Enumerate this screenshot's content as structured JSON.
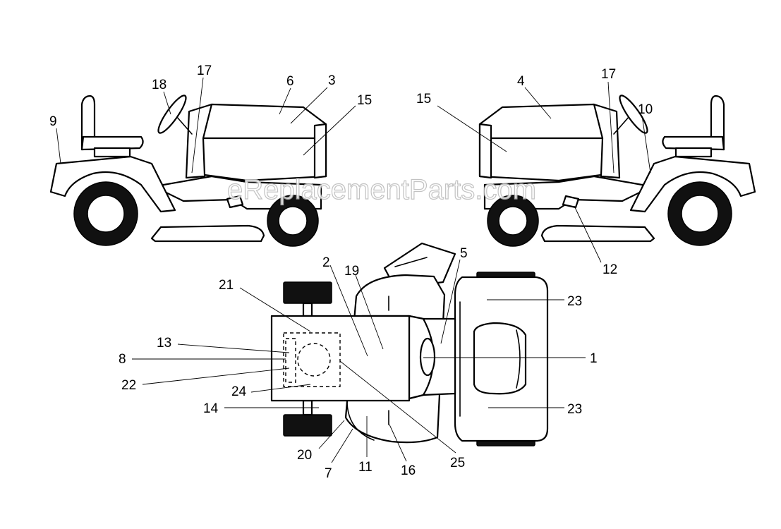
{
  "watermark": "eReplacementParts.com",
  "callouts": {
    "c1": "1",
    "c2": "2",
    "c3": "3",
    "c4": "4",
    "c5": "5",
    "c6": "6",
    "c7": "7",
    "c8": "8",
    "c9": "9",
    "c10": "10",
    "c11": "11",
    "c12": "12",
    "c13": "13",
    "c14": "14",
    "c15_left": "15",
    "c15_right": "15",
    "c16": "16",
    "c17_left": "17",
    "c17_right": "17",
    "c18": "18",
    "c19": "19",
    "c20": "20",
    "c21": "21",
    "c22": "22",
    "c23_top": "23",
    "c23_bottom": "23",
    "c24": "24",
    "c25": "25"
  }
}
